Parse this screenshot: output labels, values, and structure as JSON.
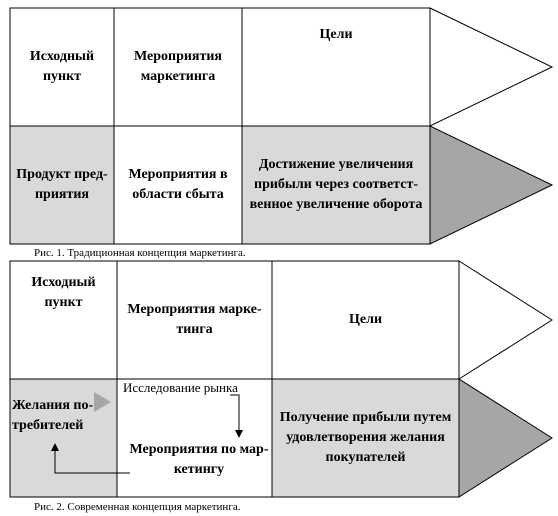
{
  "figure1": {
    "header": {
      "start": "Исходный\nпункт",
      "activities": "Мероприятия\nмаркетинга",
      "goals": "Цели"
    },
    "body": {
      "start": "Продукт пред-\nприятия",
      "activities": "Мероприятия в\nобласти сбыта",
      "goals": "Достижение увеличения\nприбыли через соответст-\nвенное увеличение оборота"
    },
    "caption": "Рис. 1. Традиционная концепция маркетинга."
  },
  "figure2": {
    "header": {
      "start": "Исходный\nпункт",
      "activities": "Мероприятия марке-\nтинга",
      "goals": "Цели"
    },
    "body": {
      "start": "Желания по-\nтребителей",
      "research": "Исследование рынка",
      "activities": "Мероприятия по мар-\nкетингу",
      "goals": "Получение прибыли путем\nудовлетворения желания\nпокупателей"
    },
    "caption": "Рис. 2. Современная концепция маркетинга."
  },
  "colors": {
    "shade": "#d9d9d9",
    "arrow_dark": "#a6a6a6",
    "border": "#000000"
  }
}
